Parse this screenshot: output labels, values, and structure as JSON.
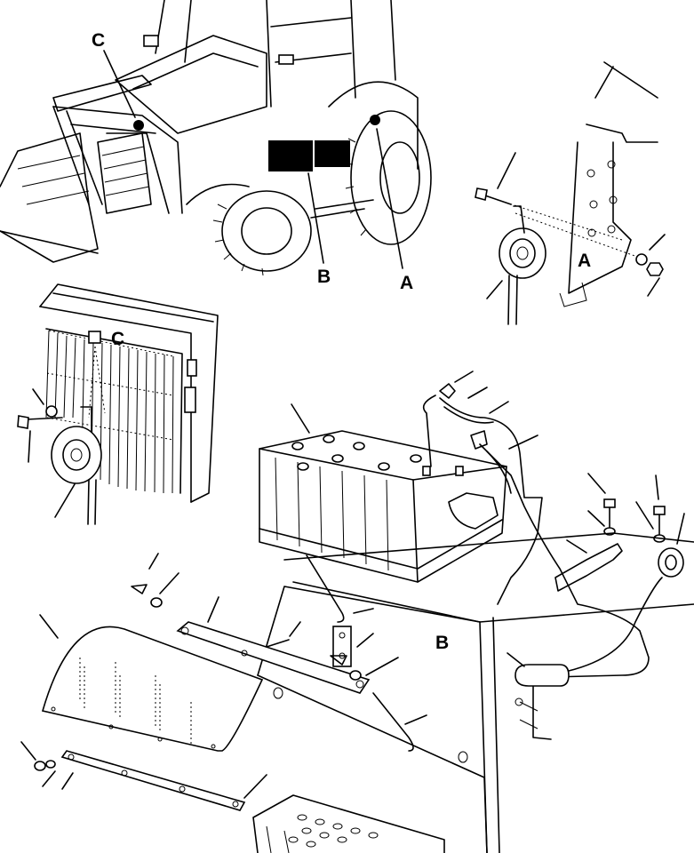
{
  "labels": {
    "overview_c": "C",
    "overview_b": "B",
    "overview_a": "A",
    "detail_a": "A",
    "detail_c": "C",
    "detail_b": "B"
  }
}
